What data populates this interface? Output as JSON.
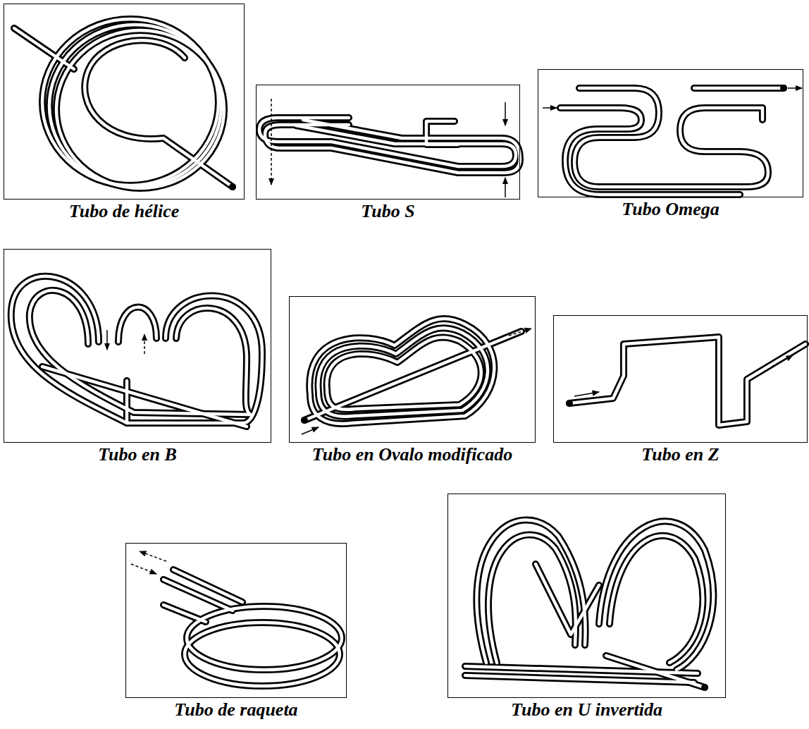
{
  "diagram": {
    "nodes": [
      {
        "text": [
          "Tubo de hélice"
        ]
      },
      {
        "text": [
          "Tubo S"
        ]
      },
      {
        "text": [
          "Tubo Omega"
        ]
      },
      {
        "text": [
          "Tubo en B"
        ]
      },
      {
        "text": [
          "Tubo en Ovalo modificado"
        ]
      },
      {
        "text": [
          "Tubo en Z"
        ]
      },
      {
        "text": [
          "Tubo de raqueta"
        ]
      },
      {
        "text": [
          "Tubo en U invertida"
        ]
      }
    ]
  }
}
